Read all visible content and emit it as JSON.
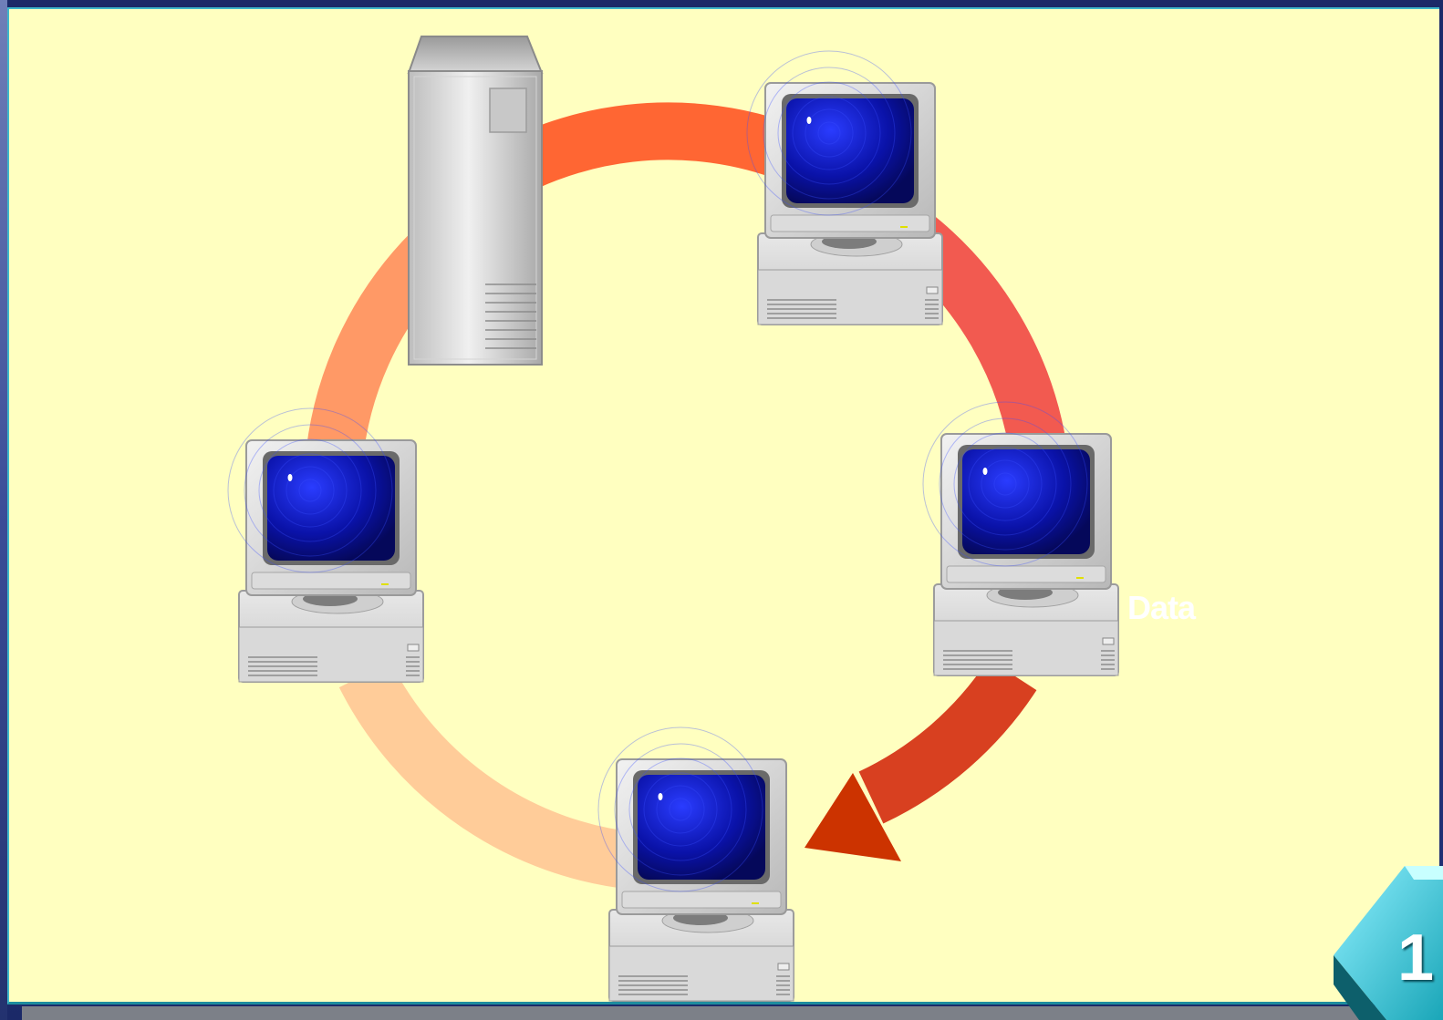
{
  "diagram": {
    "label": "Data",
    "page_number": "1",
    "ring_colors": [
      "#ff6633",
      "#f25a50",
      "#d84020",
      "#ffcc99",
      "#ff9966"
    ],
    "node_types": [
      "server-tower",
      "workstation",
      "workstation",
      "workstation",
      "workstation"
    ],
    "colors": {
      "background": "#ffffc0",
      "frame": "#1d2a6a",
      "border": "#3fb6c9",
      "screen": "#0a12a8",
      "arrow_head": "#cc3300"
    }
  }
}
